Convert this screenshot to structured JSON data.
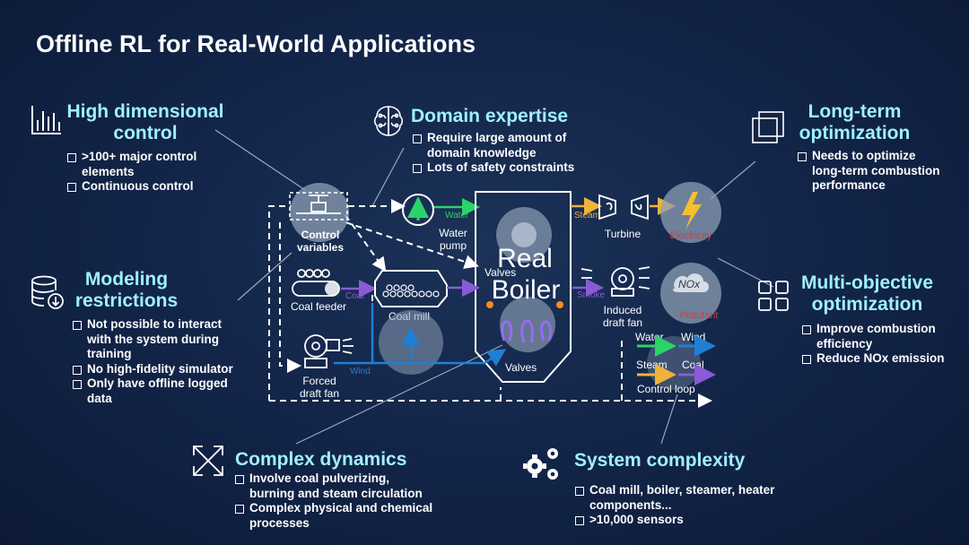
{
  "title": "Offline RL for Real-World Applications",
  "high_dim": {
    "heading": "High dimensional control",
    "heading_l1": "High dimensional",
    "heading_l2": "control",
    "bullets": [
      ">100+ major control elements",
      "Continuous control"
    ],
    "b1_l1": ">100+ major control",
    "b1_l2": "elements"
  },
  "domain": {
    "heading": "Domain expertise",
    "b1_l1": "Require large amount of",
    "b1_l2": "domain knowledge",
    "b2": "Lots of safety constraints"
  },
  "long_term": {
    "heading_l1": "Long-term",
    "heading_l2": "optimization",
    "b1_l1": "Needs to optimize",
    "b1_l2": "long-term combustion",
    "b1_l3": "performance"
  },
  "modeling": {
    "heading_l1": "Modeling",
    "heading_l2": "restrictions",
    "b1_l1": "Not possible to interact",
    "b1_l2": "with the system during",
    "b1_l3": "training",
    "b2": "No high-fidelity simulator",
    "b3_l1": "Only have offline logged",
    "b3_l2": "data"
  },
  "multi_obj": {
    "heading_l1": "Multi-objective",
    "heading_l2": "optimization",
    "b1_l1": "Improve combustion",
    "b1_l2": "efficiency",
    "b2": "Reduce NOx emission"
  },
  "complex": {
    "heading": "Complex dynamics",
    "b1_l1": "Involve coal pulverizing,",
    "b1_l2": "burning and steam circulation",
    "b2_l1": "Complex physical and chemical",
    "b2_l2": "processes"
  },
  "system": {
    "heading": "System complexity",
    "b1_l1": "Coal mill, boiler, steamer, heater",
    "b1_l2": "components...",
    "b2": ">10,000 sensors"
  },
  "diagram": {
    "control_l1": "Control",
    "control_l2": "variables",
    "water": "Water",
    "water_pump_l1": "Water",
    "water_pump_l2": "pump",
    "real": "Real",
    "boiler": "Boiler",
    "valves_top": "Valves",
    "valves_bottom": "Valves",
    "steam": "Steam",
    "turbine": "Turbine",
    "electricity": "Electricity",
    "coal_feeder": "Coal feeder",
    "coal": "Coal",
    "coal_mill": "Coal mill",
    "smoke": "Smoke",
    "induced_l1": "Induced",
    "induced_l2": "draft fan",
    "nox": "NOx",
    "pollutant": "Pollutant",
    "forced_l1": "Forced",
    "forced_l2": "draft fan",
    "wind": "Wind",
    "legend_water": "Water",
    "legend_wind": "Wind",
    "legend_steam": "Steam",
    "legend_coal": "Coal",
    "control_loop": "Control loop"
  },
  "colors": {
    "heading": "#9ef0ff",
    "water": "#2bd36b",
    "wind": "#1f7fd6",
    "steam": "#f0b23a",
    "coal": "#8a5bd6"
  }
}
